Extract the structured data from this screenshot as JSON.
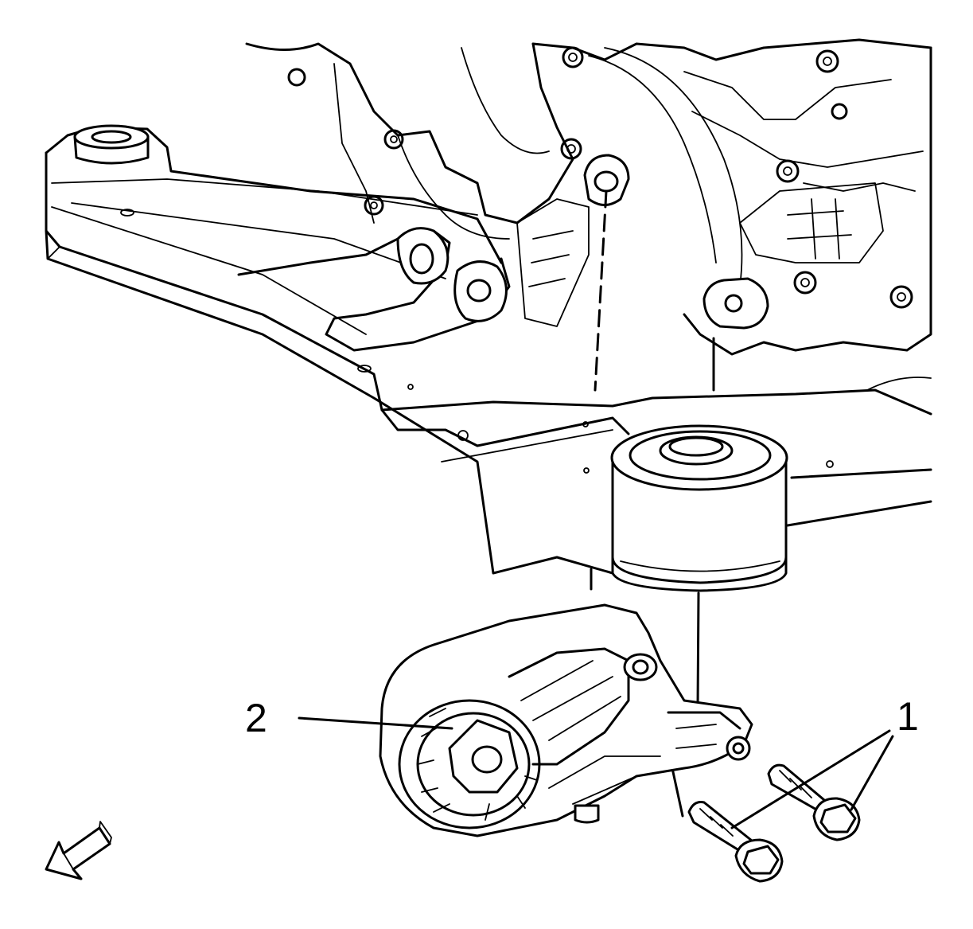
{
  "callouts": [
    {
      "id": "1",
      "label": "1",
      "part": "bolts"
    },
    {
      "id": "2",
      "label": "2",
      "part": "transmission-rear-mount"
    }
  ],
  "colors": {
    "line": "#000000",
    "background": "#ffffff"
  },
  "icons": {
    "direction": "front-direction-arrow-icon"
  }
}
